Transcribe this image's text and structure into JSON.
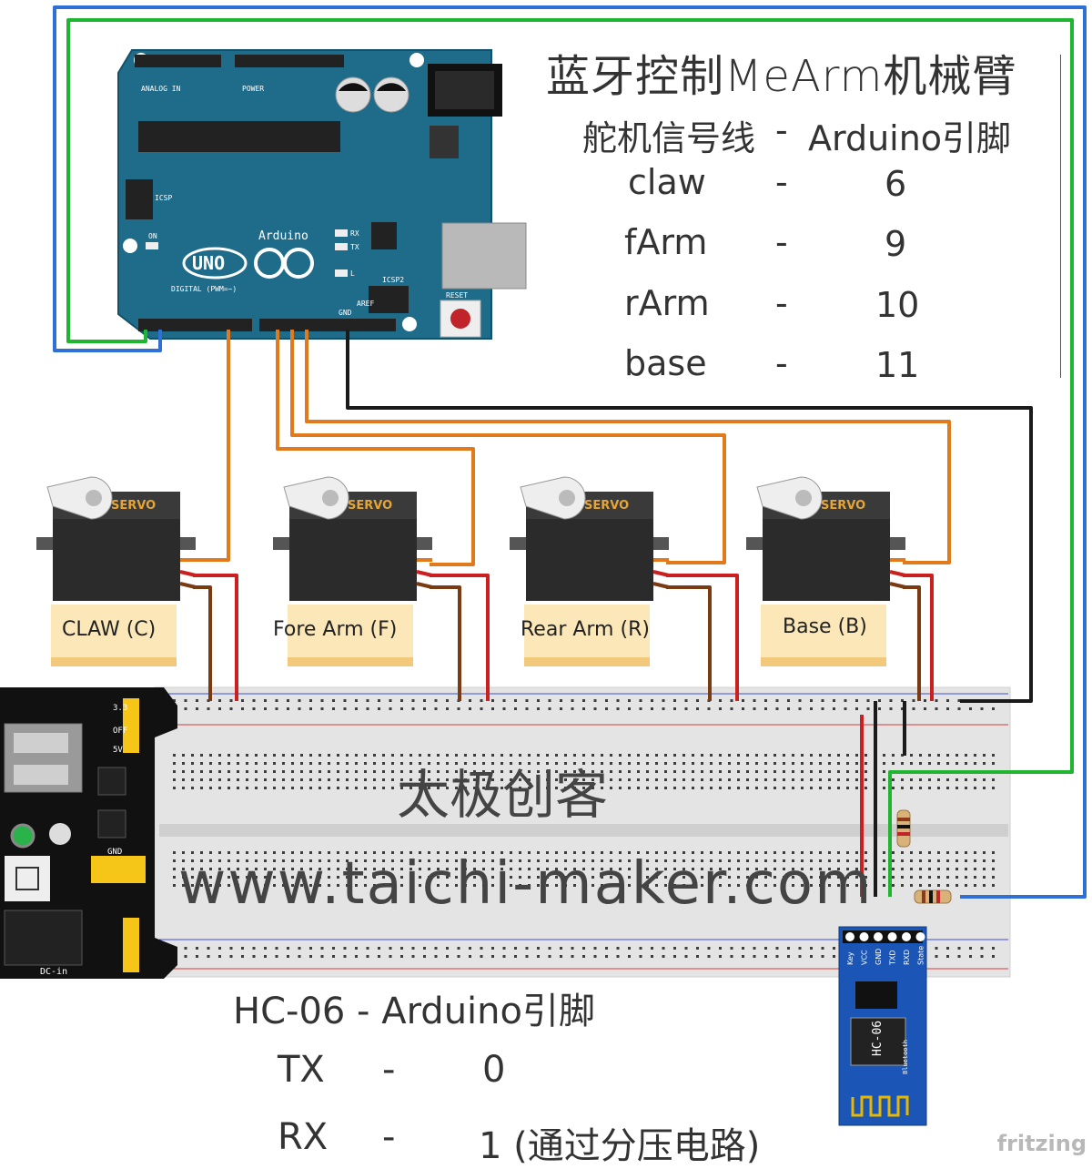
{
  "title": "蓝牙控制MeArm机械臂",
  "servo_table": {
    "header_left": "舵机信号线",
    "header_sep": "-",
    "header_right": "Arduino引脚",
    "rows": [
      {
        "name": "claw",
        "sep": "-",
        "pin": "6"
      },
      {
        "name": "fArm",
        "sep": "-",
        "pin": "9"
      },
      {
        "name": "rArm",
        "sep": "-",
        "pin": "10"
      },
      {
        "name": "base",
        "sep": "-",
        "pin": "11"
      }
    ]
  },
  "bluetooth_table": {
    "header": "HC-06 - Arduino引脚",
    "rows": [
      {
        "name": "TX",
        "sep": "-",
        "pin": "0"
      },
      {
        "name": "RX",
        "sep": "-",
        "pin": "1 (通过分压电路)"
      }
    ]
  },
  "servos": [
    {
      "label": "CLAW (C)",
      "badge": "SERVO"
    },
    {
      "label": "Fore Arm (F)",
      "badge": "SERVO"
    },
    {
      "label": "Rear Arm (R)",
      "badge": "SERVO"
    },
    {
      "label": "Base (B)",
      "badge": "SERVO"
    }
  ],
  "arduino": {
    "brand": "Arduino",
    "model": "UNO",
    "digital_label": "DIGITAL (PWM=~)",
    "analog_label": "ANALOG IN",
    "power_label": "POWER",
    "icsp_label": "ICSP",
    "icsp2_label": "ICSP2",
    "reset_label": "RESET",
    "on_label": "ON",
    "tx_label": "TX",
    "rx_label": "RX",
    "l_label": "L",
    "aref_label": "AREF",
    "gnd_label": "GND"
  },
  "hc06": {
    "model": "HC-06",
    "sub": "Bluetooth",
    "pins": [
      "Key",
      "VCC",
      "GND",
      "TXD",
      "RXD",
      "State"
    ]
  },
  "power_module": {
    "dc_label": "DC-in",
    "gnd_label": "GND",
    "v5_label": "5V",
    "off_label": "OFF",
    "v33_label": "3.3"
  },
  "watermark": {
    "name": "太极创客",
    "url": "www.taichi-maker.com"
  },
  "credit": "fritzing",
  "colors": {
    "arduino_board": "#1f6b8a",
    "wire_orange": "#e07a1c",
    "wire_red": "#cc1f1f",
    "wire_brown": "#7a3a12",
    "wire_black": "#1a1a1a",
    "wire_green": "#1fb530",
    "wire_blue": "#2f6fd6",
    "label_bg": "#fbe7b8",
    "hc06_board": "#1b55b5"
  }
}
